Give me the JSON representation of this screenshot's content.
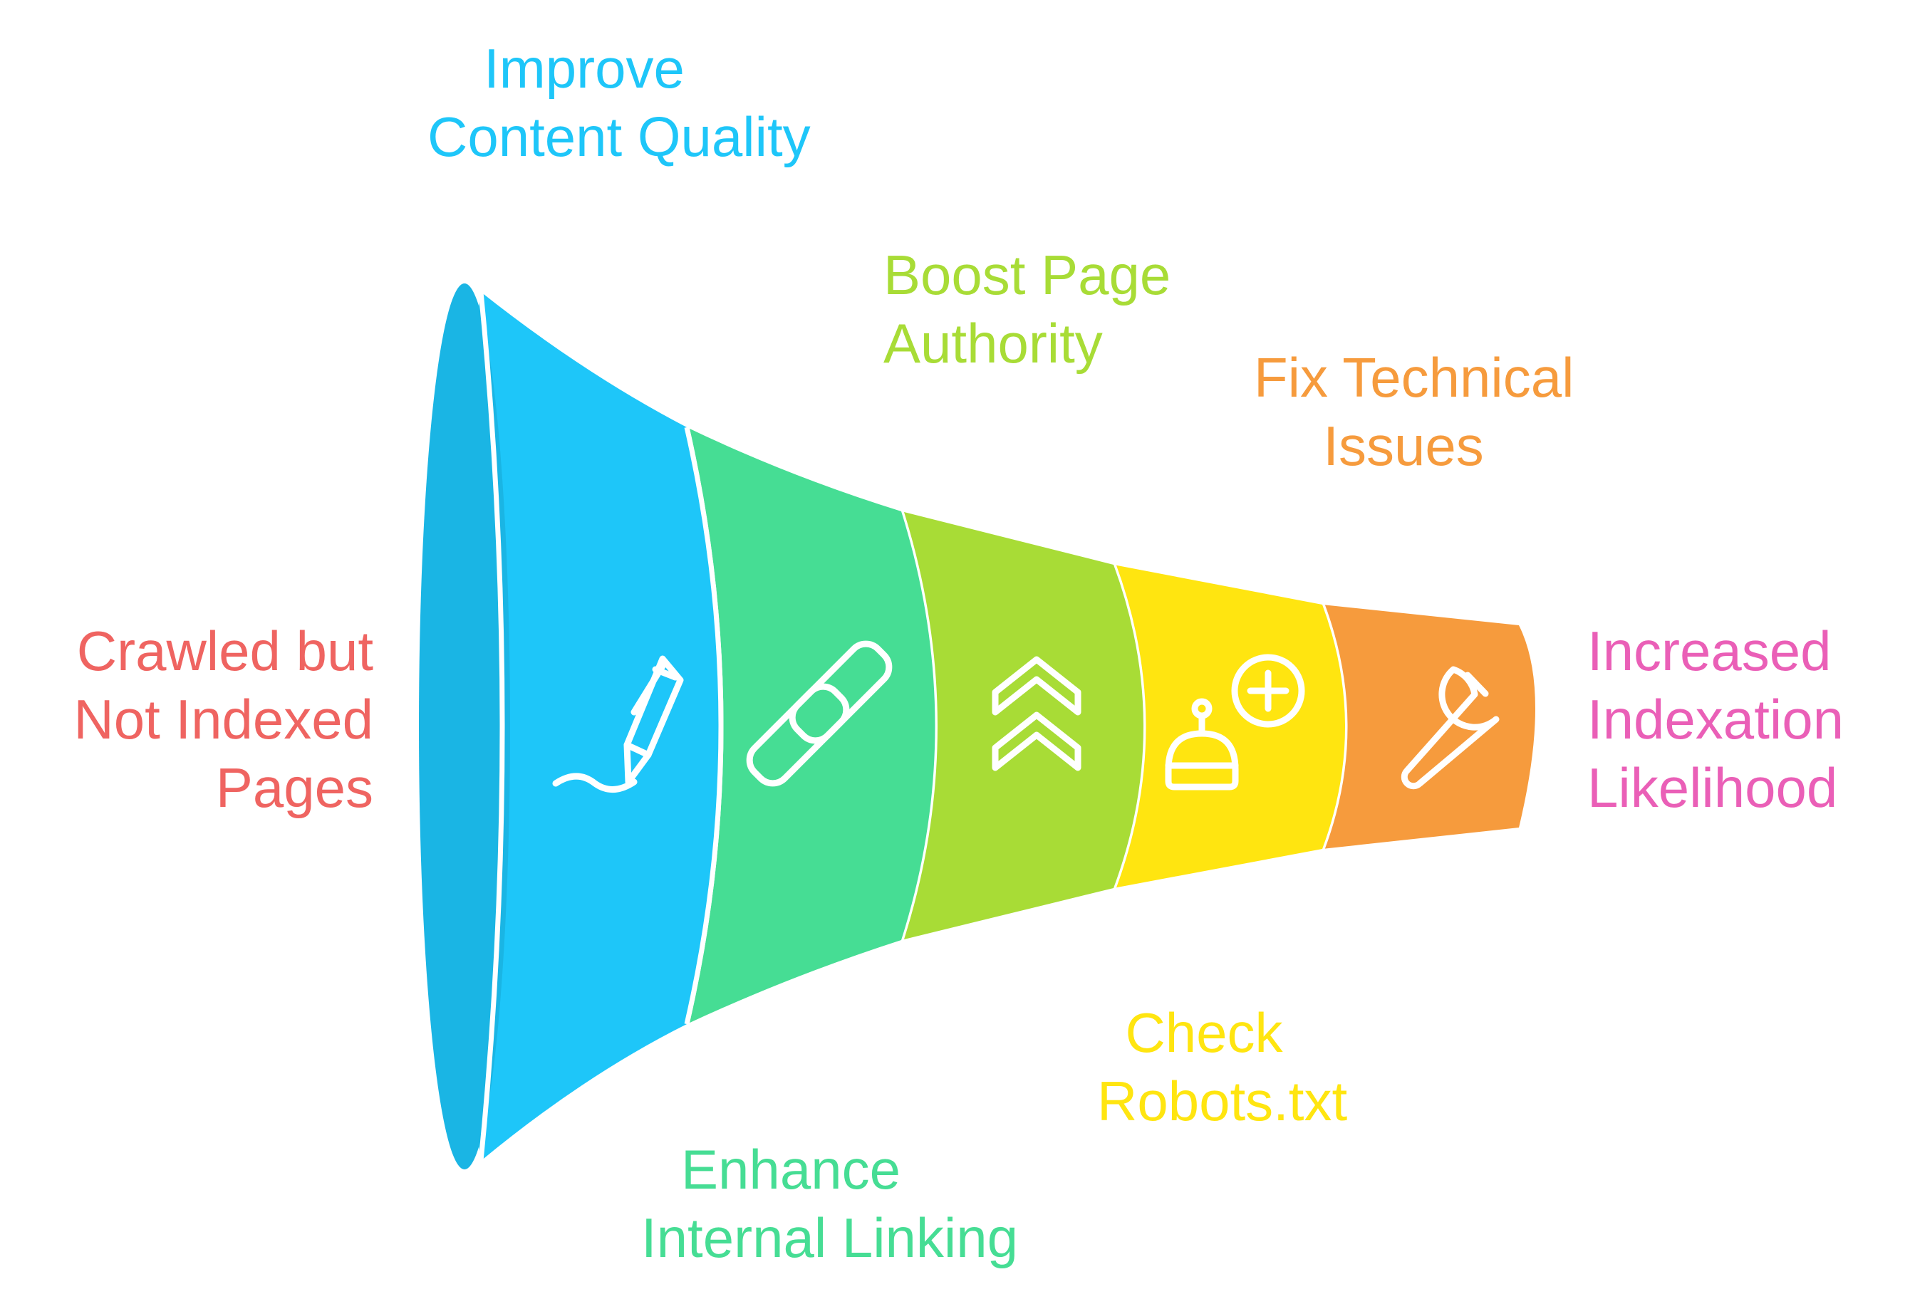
{
  "start_label": {
    "lines": [
      "Crawled but",
      "Not Indexed",
      "Pages"
    ],
    "color": "#ef6461"
  },
  "end_label": {
    "lines": [
      "Increased",
      "Indexation",
      "Likelihood"
    ],
    "color": "#ea5fb7"
  },
  "stages": [
    {
      "lines": [
        "Improve",
        "Content Quality"
      ],
      "color": "#1ec6f9",
      "icon": "pen-signature-icon"
    },
    {
      "lines": [
        "Enhance",
        "Internal Linking"
      ],
      "color": "#46dd94",
      "icon": "link-icon"
    },
    {
      "lines": [
        "Boost Page",
        "Authority"
      ],
      "color": "#a8dc36",
      "icon": "double-chevron-up-icon"
    },
    {
      "lines": [
        "Check",
        "Robots.txt"
      ],
      "color": "#ffe510",
      "icon": "robot-plus-icon"
    },
    {
      "lines": [
        "Fix Technical",
        "Issues"
      ],
      "color": "#f69b3d",
      "icon": "wrench-icon"
    }
  ]
}
